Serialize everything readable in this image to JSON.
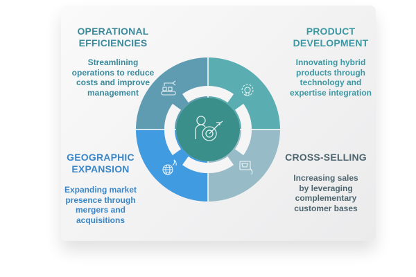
{
  "sections": {
    "operational": {
      "title_1": "OPERATIONAL",
      "title_2": "EFFICIENCIES",
      "lines": [
        "Streamlining",
        "operations to reduce",
        "costs and improve",
        "management"
      ],
      "icon": "conveyor-robot-icon",
      "color": "#5f9bb1"
    },
    "product": {
      "title_1": "PRODUCT",
      "title_2": "DEVELOPMENT",
      "lines": [
        "Innovating hybrid",
        "products through",
        "technology and",
        "expertise integration"
      ],
      "icon": "gear-lightbulb-icon",
      "color": "#5aaeb2"
    },
    "cross": {
      "title_1": "CROSS-SELLING",
      "lines": [
        "Increasing sales",
        "by leveraging",
        "complementary",
        "customer bases"
      ],
      "icon": "cart-chat-icon",
      "color": "#98bcc7"
    },
    "geo": {
      "title_1": "GEOGRAPHIC",
      "title_2": "EXPANSION",
      "lines": [
        "Expanding market",
        "presence through",
        "mergers and",
        "acquisitions"
      ],
      "icon": "globe-flame-icon",
      "color": "#419be0"
    }
  },
  "center": {
    "icon": "person-target-icon",
    "color": "#3a8f8b"
  }
}
